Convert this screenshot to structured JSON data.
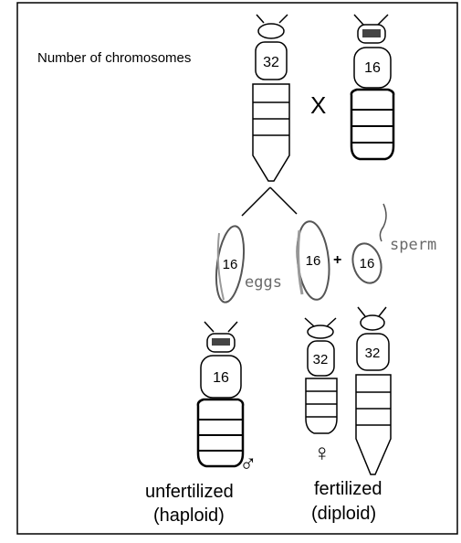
{
  "title": "Number of chromosomes",
  "cross_symbol": "X",
  "plus_symbol": "+",
  "chromosome_counts": {
    "queen": "32",
    "drone_parent": "16",
    "egg_left": "16",
    "egg_right": "16",
    "sperm": "16",
    "male_offspring": "16",
    "worker": "32",
    "queen_offspring": "32"
  },
  "labels": {
    "eggs": "eggs",
    "sperm": "sperm",
    "unfertilized": "unfertilized",
    "haploid": "(haploid)",
    "fertilized": "fertilized",
    "diploid": "(diploid)",
    "male_symbol": "♂",
    "female_symbol": "♀"
  }
}
